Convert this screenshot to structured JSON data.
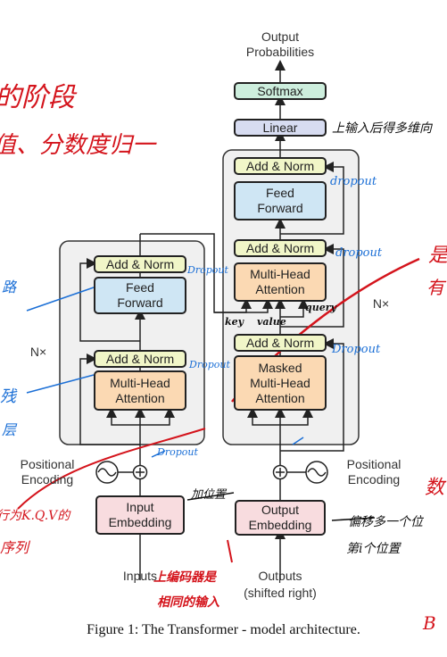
{
  "figure": {
    "caption": "Figure 1: The Transformer - model architecture.",
    "output_probabilities": "Output\nProbabilities",
    "softmax": "Softmax",
    "linear": "Linear",
    "add_norm": "Add & Norm",
    "feed_forward": "Feed\nForward",
    "multi_head_attention": "Multi-Head\nAttention",
    "masked_mha": "Masked\nMulti-Head\nAttention",
    "input_embedding": "Input\nEmbedding",
    "output_embedding": "Output\nEmbedding",
    "positional_encoding": "Positional\nEncoding",
    "inputs": "Inputs",
    "outputs": "Outputs",
    "shifted_right": "(shifted right)",
    "nx": "N×",
    "plus": "+"
  },
  "annotations": {
    "red": {
      "top_left_1": "的阶段",
      "top_left_2": "值、分数度归一",
      "linear_note": "上输入后得多维向",
      "left_mid_1": "序列",
      "left_mid_2": "行为K.Q.V的",
      "bottom_center_1": "上编码器是",
      "bottom_center_2": "相同的输入",
      "right_1": "是",
      "right_2": "有",
      "right_3": "数",
      "bottom_right": "B"
    },
    "blue": {
      "left_1": "路",
      "left_2": "残",
      "left_3": "层",
      "dropout_1": "dropout",
      "dropout_2": "dropout",
      "dropout_3": "Dropout",
      "dropout_4": "Dropout",
      "dropout_5": "Dropout",
      "dropout_6": "Dropout"
    },
    "black": {
      "key": "key",
      "value": "value",
      "query": "query",
      "hidden_state": "加位置",
      "right_note_1": "偏移多一个位",
      "right_note_2": "第i个位置"
    }
  }
}
